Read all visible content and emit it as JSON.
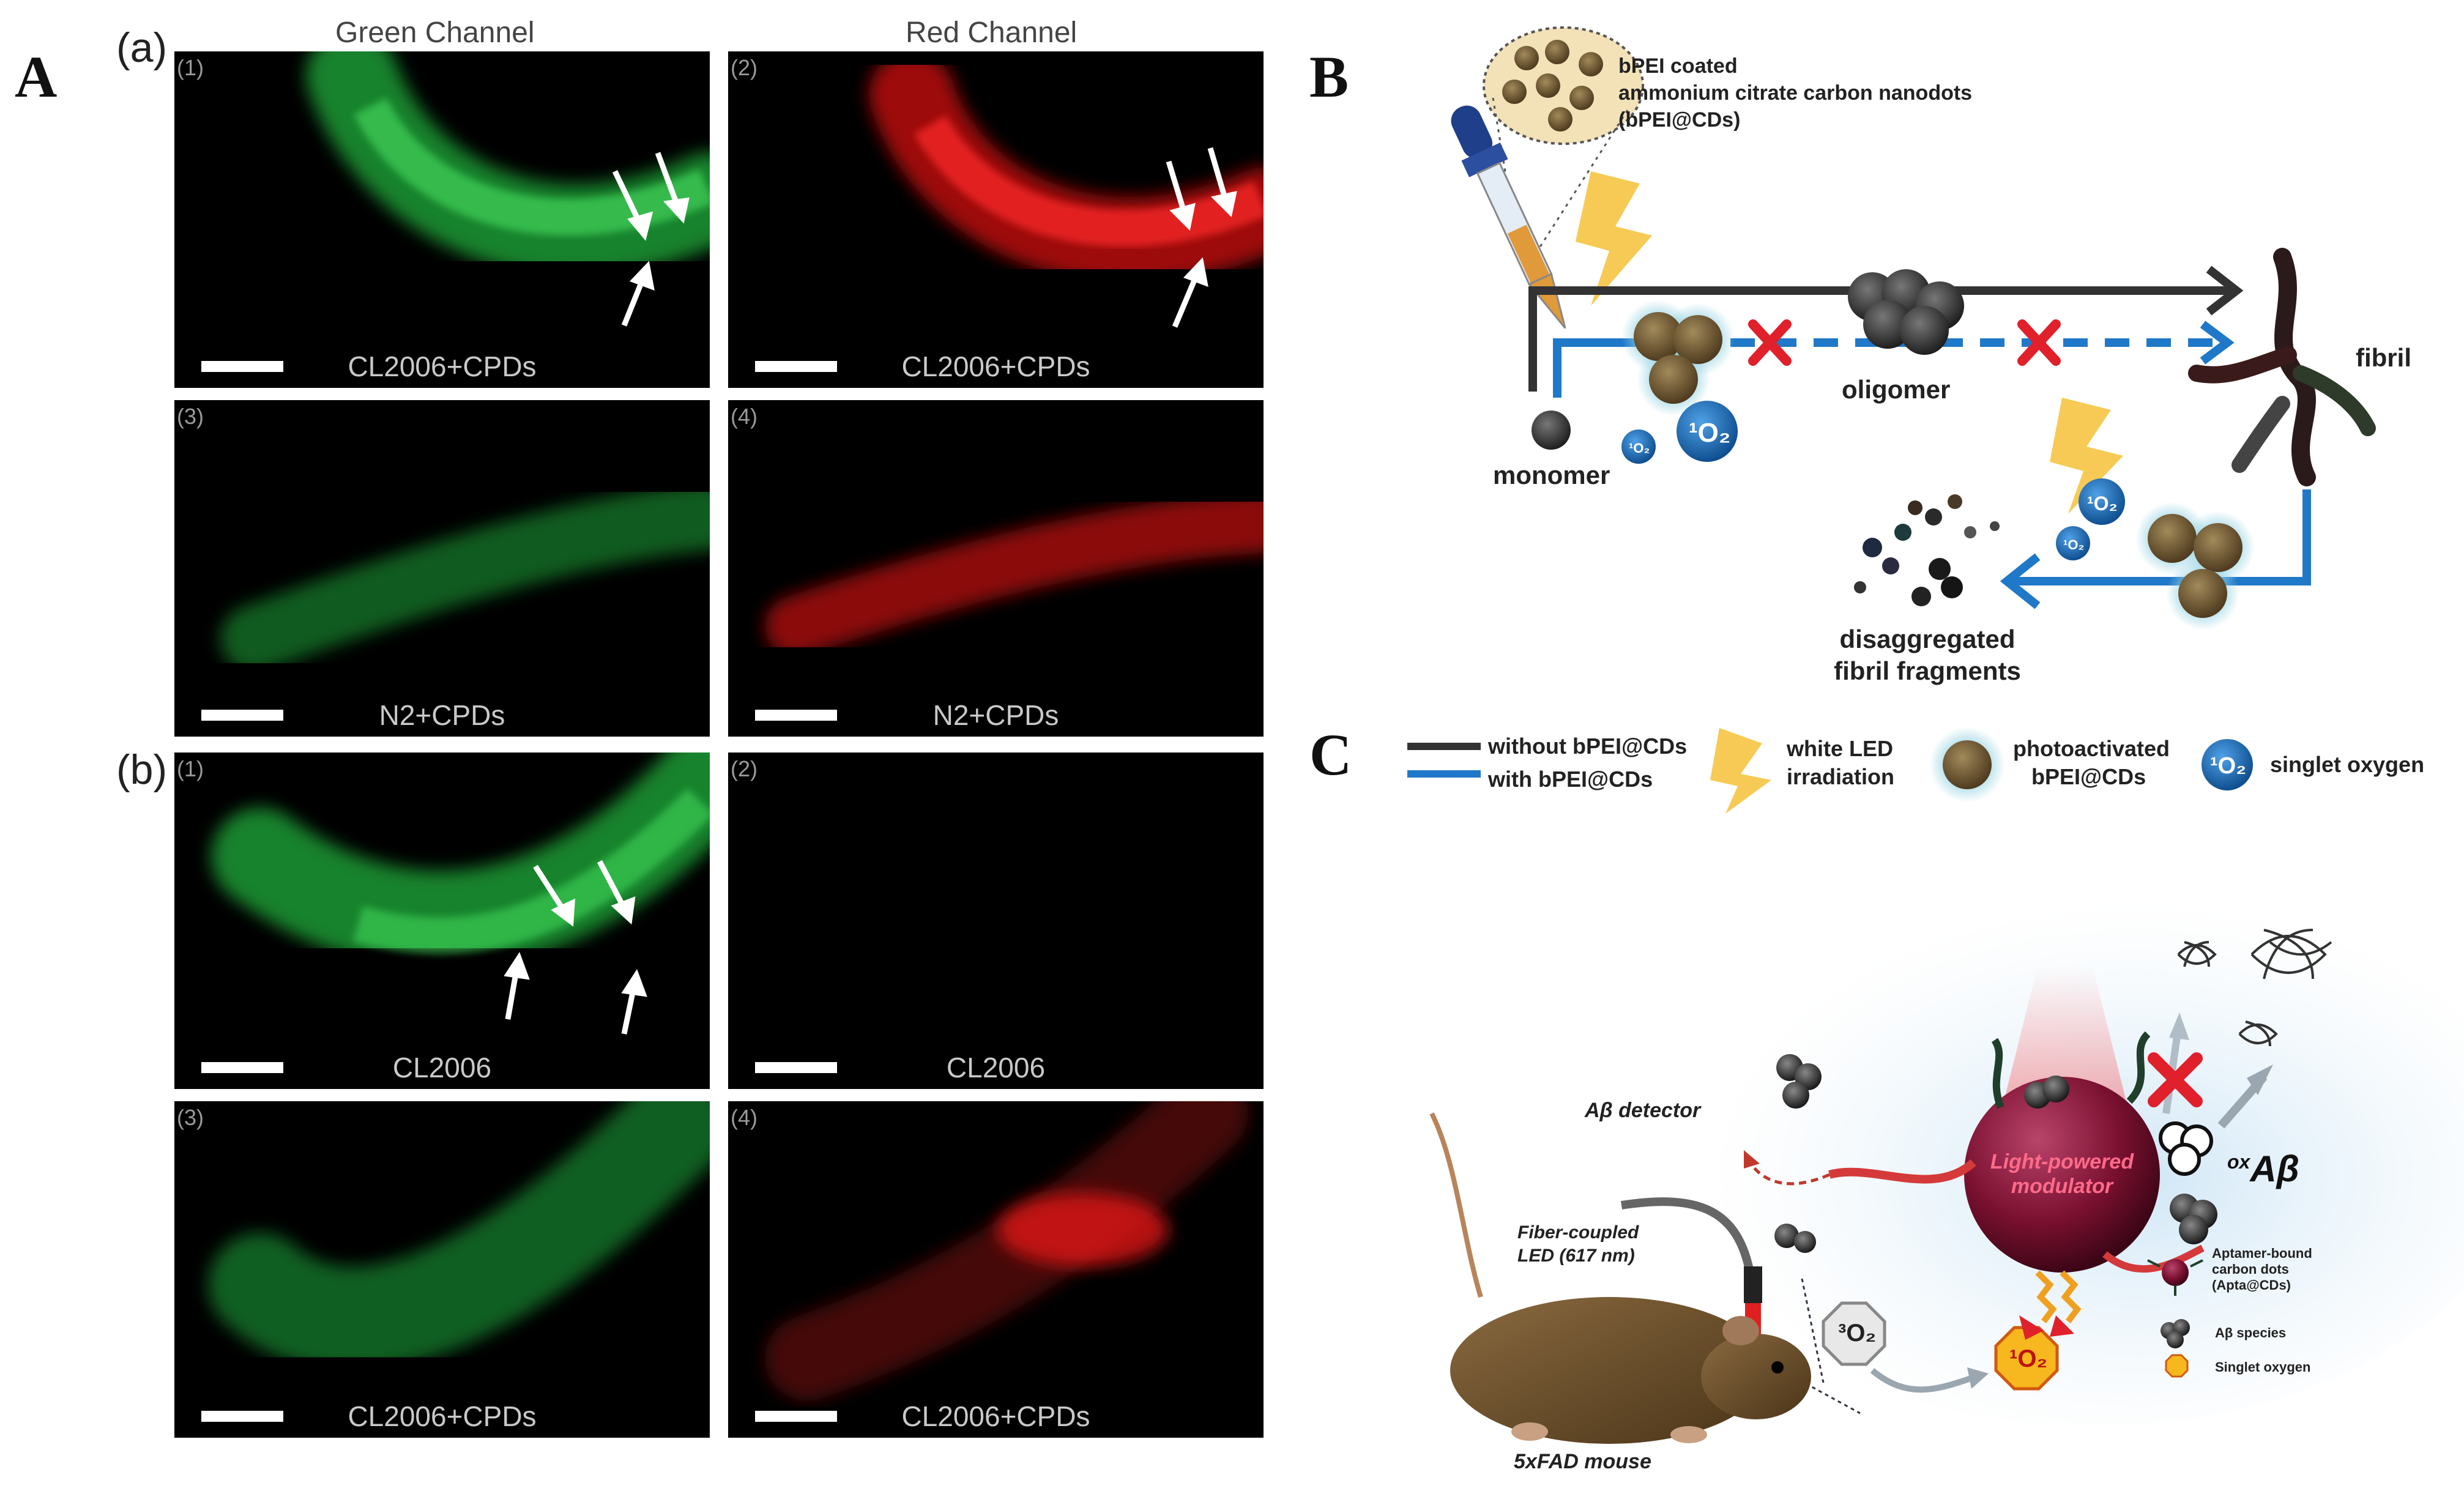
{
  "panelA": {
    "letter": "A",
    "sub_a": "(a)",
    "sub_b": "(b)",
    "green_title": "Green Channel",
    "red_title": "Red Channel",
    "panels": [
      {
        "num": "(1)",
        "label": "CL2006+CPDs"
      },
      {
        "num": "(2)",
        "label": "CL2006+CPDs"
      },
      {
        "num": "(3)",
        "label": ""
      },
      {
        "num": "(4)",
        "label": "N2+CPDs"
      },
      {
        "num": "(1)",
        "label": "CL2006"
      },
      {
        "num": "(2)",
        "label": "CL2006"
      },
      {
        "num": "(3)",
        "label": "CL2006+CPDs"
      },
      {
        "num": "(4)",
        "label": "CL2006+CPDs"
      }
    ],
    "panel3_label": "N2+CPDs"
  },
  "panelB": {
    "letter": "B",
    "coated_line1": "bPEI coated",
    "coated_line2": "ammonium citrate carbon nanodots",
    "coated_line3": "(bPEI@CDs)",
    "oligomer": "oligomer",
    "fibril": "fibril",
    "monomer": "monomer",
    "fragments_line1": "disaggregated",
    "fragments_line2": "fibril fragments"
  },
  "legend": {
    "without": "without bPEI@CDs",
    "with": "with bPEI@CDs",
    "led1": "white LED",
    "led2": "irradiation",
    "photo1": "photoactivated",
    "photo2": "bPEI@CDs",
    "singlet": "singlet oxygen"
  },
  "panelC": {
    "letter": "C",
    "detector": "Aβ detector",
    "fiber1": "Fiber-coupled",
    "fiber2": "LED (617 nm)",
    "mouse": "5xFAD mouse",
    "mod1": "Light-powered",
    "mod2": "modulator",
    "oxab": "Aβ",
    "ox_sup": "ox",
    "triplet": "O",
    "legend_apta1": "Aptamer-bound",
    "legend_apta2": "carbon dots",
    "legend_apta3": "(Apta@CDs)",
    "legend_species": "Aβ species",
    "legend_singlet": "Singlet oxygen"
  },
  "colors": {
    "green_fluor": "#2fbf4a",
    "red_fluor": "#e01515",
    "blue_path": "#1f78c8",
    "dark_path": "#333333",
    "cross": "#e0202a",
    "modulator": "#7a1030"
  }
}
